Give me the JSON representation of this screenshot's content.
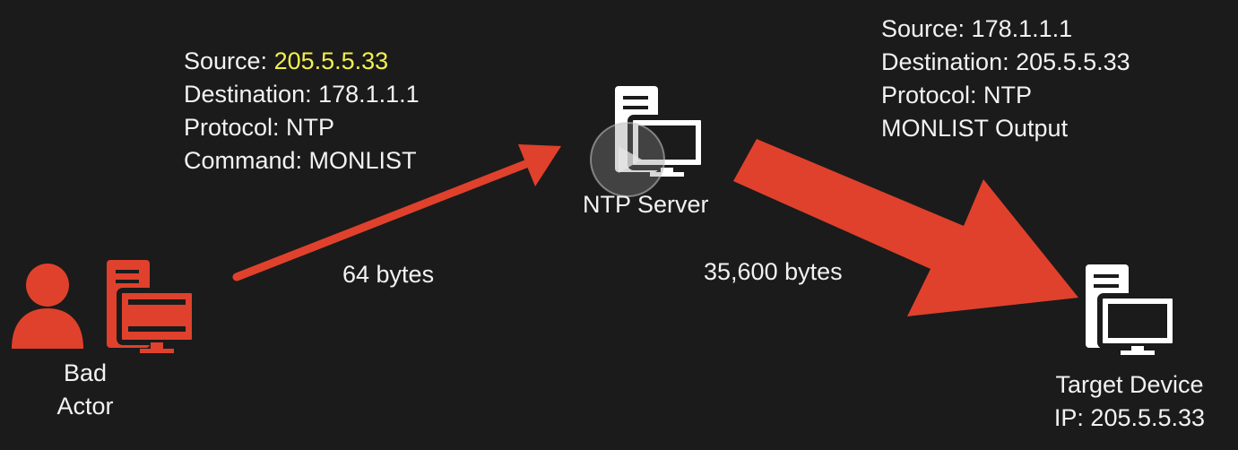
{
  "colors": {
    "background": "#1b1b1b",
    "arrow": "#e0412c",
    "actor": "#e0412c",
    "device": "#ffffff",
    "highlight": "#f4ef4e",
    "text": "#f2f2f2"
  },
  "request_packet": {
    "source_label": "Source:",
    "source_ip": "205.5.5.33",
    "destination": "Destination: 178.1.1.1",
    "protocol": "Protocol: NTP",
    "command": "Command: MONLIST"
  },
  "response_packet": {
    "source": "Source: 178.1.1.1",
    "destination": "Destination: 205.5.5.33",
    "protocol": "Protocol: NTP",
    "payload": "MONLIST Output"
  },
  "nodes": {
    "bad_actor": {
      "line1": "Bad",
      "line2": "Actor",
      "icon": "person-icon"
    },
    "ntp_server": {
      "label": "NTP Server",
      "icon": "server-computer-icon"
    },
    "target": {
      "line1": "Target Device",
      "line2": "IP: 205.5.5.33",
      "icon": "server-computer-icon"
    }
  },
  "edges": {
    "request_size": "64 bytes",
    "response_size": "35,600 bytes"
  },
  "overlay": {
    "icon": "play-button-icon"
  }
}
